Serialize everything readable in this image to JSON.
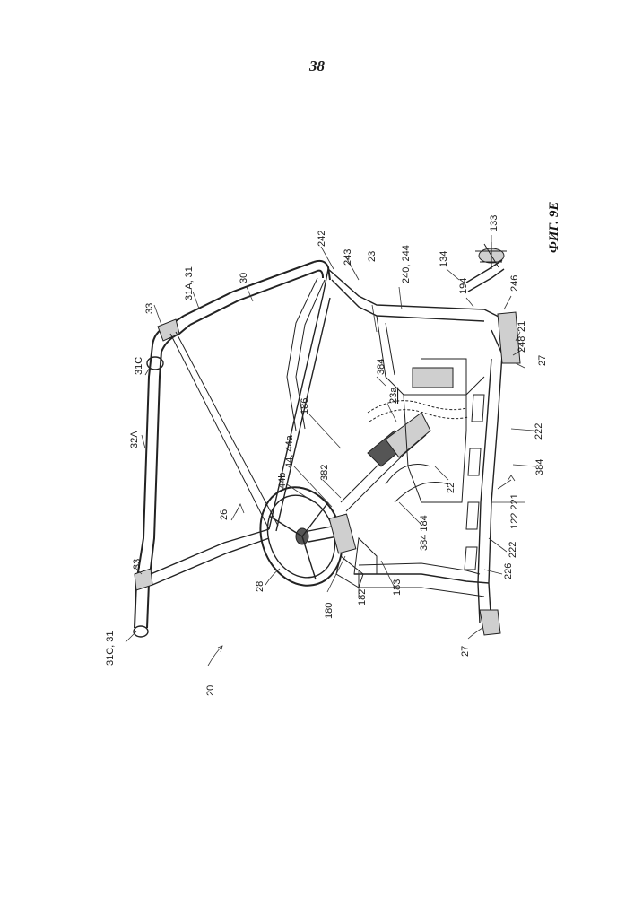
{
  "page": {
    "number": "38",
    "figure_caption": "ФИГ. 9Е"
  },
  "reference_labels": {
    "l_20": "20",
    "l_31c31_bottom": "31C, 31",
    "l_33_bottom": "33",
    "l_28": "28",
    "l_26": "26",
    "l_32a": "32A",
    "l_31c_top": "31C",
    "l_33_top": "33",
    "l_31a31": "31A, 31",
    "l_30": "30",
    "l_242": "242",
    "l_243": "243",
    "l_23": "23",
    "l_240_244": "240, 244",
    "l_134": "134",
    "l_133": "133",
    "l_194": "194",
    "l_246": "246",
    "l_21": "21",
    "l_248": "248",
    "l_27_right": "27",
    "l_384_top": "384",
    "l_23a": "23a",
    "l_186": "186",
    "l_44_44a": "44, 44a",
    "l_44b": "44b",
    "l_382": "382",
    "l_180": "180",
    "l_182": "182",
    "l_183": "183",
    "l_384_184": "384  184",
    "l_22": "22",
    "l_222_top": "222",
    "l_384_right": "384",
    "l_122_221": "122  221",
    "l_222_bottom": "222",
    "l_226": "226",
    "l_27_left": "27"
  }
}
